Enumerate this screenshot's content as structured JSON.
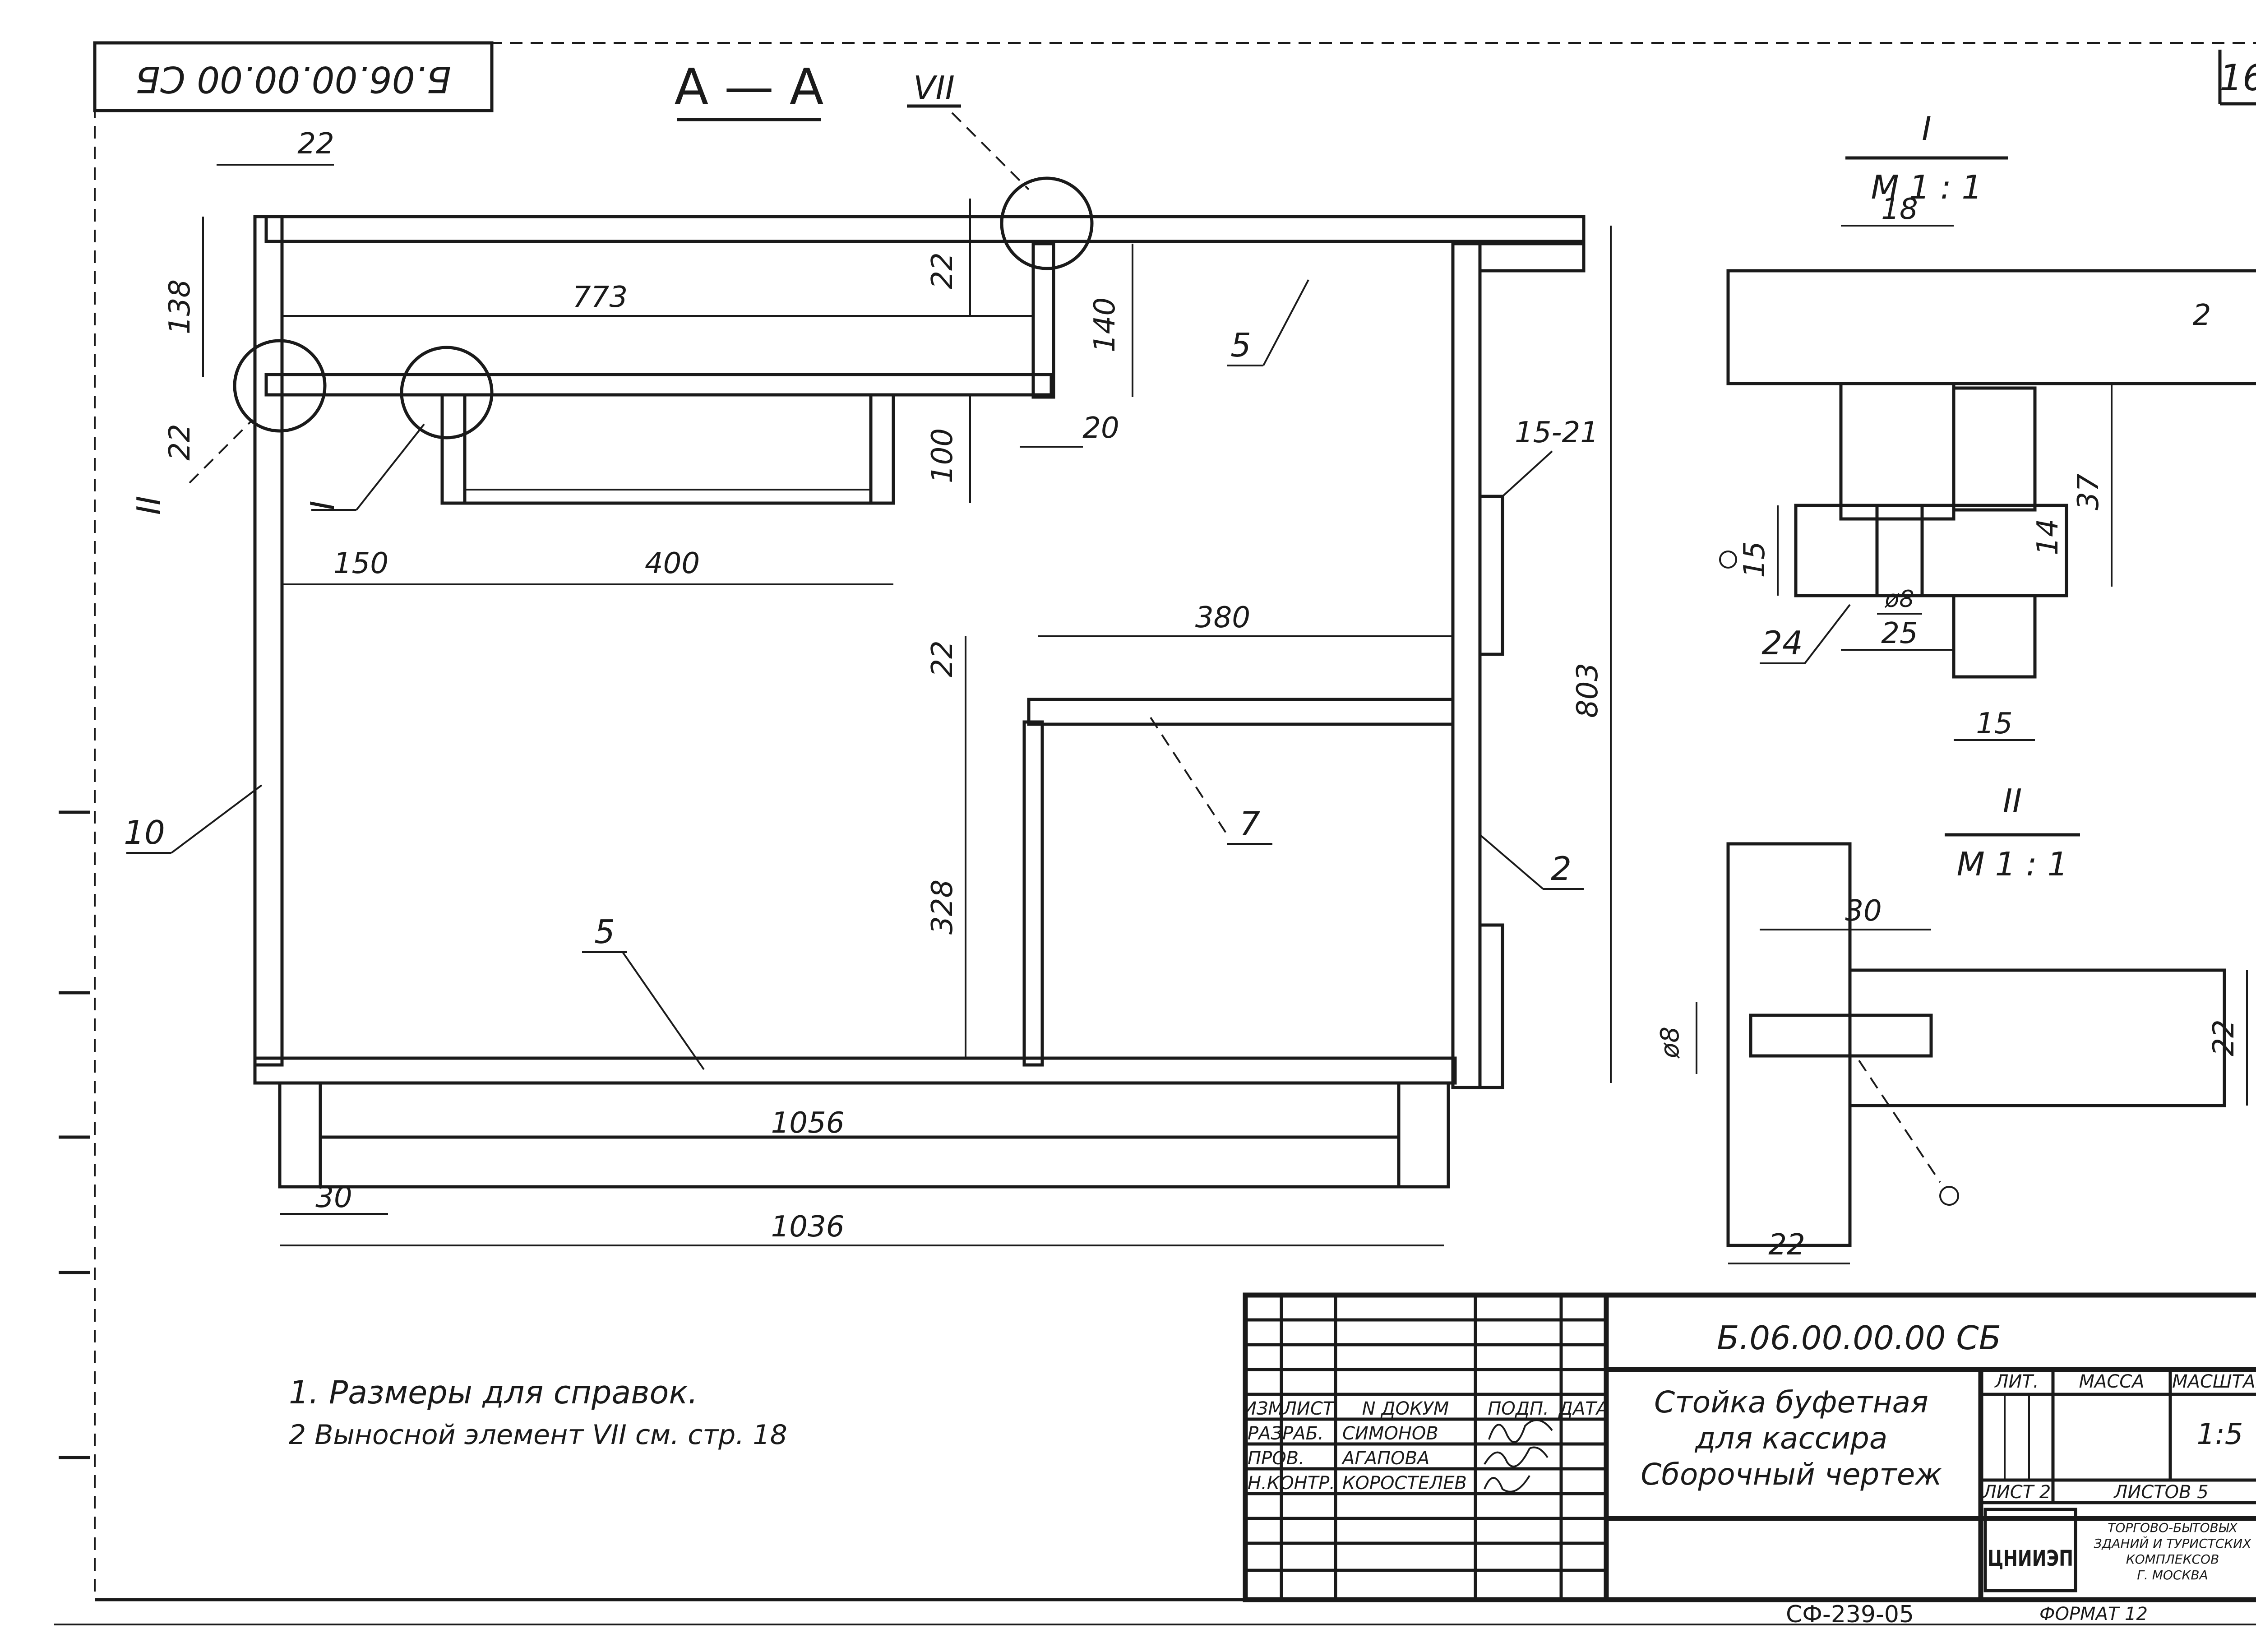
{
  "sheet": {
    "number": "16",
    "doc_code_top": "Б.06.00.00.00 СБ",
    "section_title": "А — А",
    "view_vii": "VII",
    "footer_code": "СФ-239-05",
    "format": "ФОРМАТ 12"
  },
  "main_view": {
    "dims": {
      "d22_top": "22",
      "d138": "138",
      "d773": "773",
      "d22_a": "22",
      "d140": "140",
      "d22_b": "22",
      "d100": "100",
      "d20": "20",
      "d15_21": "15-21",
      "d150": "150",
      "d400": "400",
      "d380": "380",
      "d22_c": "22",
      "d803": "803",
      "d328": "328",
      "d1056": "1056",
      "d30": "30",
      "d1036": "1036"
    },
    "callouts": {
      "c5_top": "5",
      "c2": "2",
      "c7": "7",
      "c5_bottom": "5",
      "c10": "10",
      "cII": "II",
      "cI": "I"
    }
  },
  "detail_i": {
    "title": "I",
    "scale": "М 1 : 1",
    "dims": {
      "d18": "18",
      "d2": "2",
      "d37": "37",
      "d14": "14",
      "d15_left": "15",
      "d8": "ø8",
      "d25": "25",
      "d15_bottom": "15"
    },
    "callout": "24"
  },
  "detail_ii": {
    "title": "II",
    "scale": "М 1 : 1",
    "dims": {
      "d30": "30",
      "d8": "ø8",
      "d22_right": "22",
      "d22_bottom": "22"
    }
  },
  "notes": [
    "1. Размеры для справок.",
    "2 Выносной элемент VII см. стр. 18"
  ],
  "title_block": {
    "designation": "Б.06.00.00.00 СБ",
    "name_line1": "Стойка буфетная",
    "name_line2": "для кассира",
    "name_line3": "Сборочный чертеж",
    "headers": {
      "izm": "ИЗМ",
      "list": "ЛИСТ",
      "doc": "N ДОКУМ",
      "sign": "ПОДП.",
      "date": "ДАТА"
    },
    "rows": [
      {
        "role": "РАЗРАБ.",
        "name": "СИМОНОВ"
      },
      {
        "role": "ПРОВ.",
        "name": "АГАПОВА"
      },
      {
        "role": "Н.КОНТР.",
        "name": "КОРОСТЕЛЕВ"
      }
    ],
    "lit_label": "ЛИТ.",
    "mass_label": "МАССА",
    "scale_label": "МАСШТАБ",
    "scale_value": "1:5",
    "sheet_label": "ЛИСТ 2",
    "sheets_label": "ЛИСТОВ 5",
    "org_logo": "ЦНИИЭП",
    "org_line1": "ТОРГОВО-БЫТОВЫХ",
    "org_line2": "ЗДАНИЙ И ТУРИСТСКИХ",
    "org_line3": "КОМПЛЕКСОВ",
    "org_line4": "Г. МОСКВА"
  }
}
